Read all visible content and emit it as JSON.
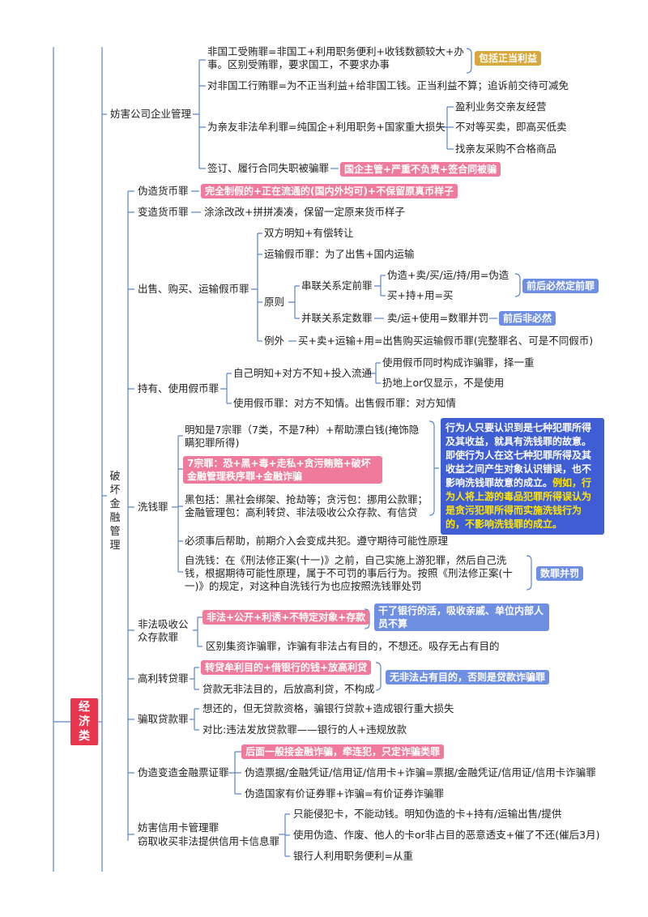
{
  "root": "经济类",
  "sec1": {
    "title": "妨害公司企业管理",
    "n1": "非国工受贿罪=非国工+利用职务便利+收钱数额较大+办事。区别受贿罪，要求国工，不要求办事",
    "n1_tag": "包括正当利益",
    "n2": "对非国工行贿罪=为不正当利益+给非国工钱。正当利益不算；追诉前交待可减免",
    "n3": "为亲友非法牟利罪=纯国企+利用职务+国家重大损失",
    "n3_c1": "盈利业务交亲友经营",
    "n3_c2": "不对等买卖，即高买低卖",
    "n3_c3": "找亲友采购不合格商品",
    "n4": "签订、履行合同失职被骗罪",
    "n4_tag": "国企主管+严重不负责+签合同被骗"
  },
  "sec2": {
    "title": "破坏金融管理",
    "forge": "伪造货币罪",
    "forge_tag": "完全制假的+正在流通的(国内外均可)+不保留原真币样子",
    "alter": "变造货币罪",
    "alter_desc": "涂涂改改+拼拼凑凑，保留一定原来货币样子",
    "sell": "出售、购买、运输假币罪",
    "sell_c1": "双方明知+有偿转让",
    "sell_c2": "运输假币罪：为了出售+国内运输",
    "sell_c3": "原则",
    "sell_c3_a": "串联关系定前罪",
    "sell_c3_a1": "伪造+卖/买/运/持/用=伪造",
    "sell_c3_a2": "买+持+用=买",
    "sell_c3_a_tag": "前后必然定前罪",
    "sell_c3_b": "并联关系定数罪",
    "sell_c3_b1": "卖/运+使用=数罪并罚",
    "sell_c3_b_tag": "前后非必然",
    "sell_c4": "例外",
    "sell_c4_desc": "买+卖+运输+用=出售购买运输假币罪(完整罪名、可是不同假币)",
    "hold": "持有、使用假币罪",
    "hold_c1": "自己明知+对方不知+投入流通",
    "hold_c1_a": "使用假币同时构成诈骗罪，择一重",
    "hold_c1_b": "扔地上or仅显示，不是使用",
    "hold_c2": "使用假币罪：对方不知情。出售假币罪：对方知情",
    "launder": "洗钱罪",
    "launder_c1": "明知是7宗罪（7类，不是7种）+帮助漂白钱(掩饰隐瞒犯罪所得)",
    "launder_c2": "7宗罪：恐+黑+毒+走私+贪污贿赂+破坏金融管理秩序罪+金融诈骗",
    "launder_c3": "黑包括：黑社会绑架、抢劫等；贪污包：挪用公款罪；金融管理包：高利转贷、非法吸收公众存款、有信贷",
    "launder_note_a": "行为人只要认识到是七种犯罪所得及其收益，就具有洗钱罪的故意。即使行为人在这七种犯罪所得及其收益之间产生对象认识错误，也不影响洗钱罪故意的成立。",
    "launder_note_b": "例如，行为人将上游的毒品犯罪所得误认为是贪污犯罪所得而实施洗钱行为的，不影响洗钱罪的成立。",
    "launder_c4": "必须事后帮助，前期介入会变成共犯。遵守期待可能性原理",
    "launder_c5": "自洗钱：在《刑法修正案(十一)》之前，自己实施上游犯罪，然后自己洗钱，根据期待可能性原理，属于不可罚的事后行为。按照《刑法修正案(十一)》的规定，对这种自洗钱行为也应按照洗钱罪处罚",
    "launder_c5_tag": "数罪并罚",
    "deposit": "非法吸收公众存款罪",
    "deposit_tag": "非法+公开+利诱+不特定对象+存款",
    "deposit_note": "干了银行的活，吸收亲戚、单位内部人员不算",
    "deposit_c2": "区别集资诈骗罪，诈骗有非法占有目的，不想还。吸存无占有目的",
    "loan": "高利转贷罪",
    "loan_tag": "转贷牟利目的+借银行的钱+放高利贷",
    "loan_c2": "贷款无非法目的，后放高利贷，不构成",
    "loan_note": "无非法占有目的，否则是贷款诈骗罪",
    "fraud_loan": "骗取贷款罪",
    "fraud_loan_c1": "想还的，但无贷款资格，骗银行贷款+造成银行重大损失",
    "fraud_loan_c2": "对比:违法发放贷款罪——银行的人+违规放款",
    "bill": "伪造变造金融票证罪",
    "bill_tag": "后面一般接金融诈骗，牵连犯，只定诈骗类罪",
    "bill_c2": "伪造票据/金融凭证/信用证/信用卡+诈骗=票据/金融凭证/信用证/信用卡诈骗罪",
    "bill_c3": "伪造国家有价证券罪+诈骗=有价证券诈骗罪",
    "card": "妨害信用卡管理罪",
    "card2": "窃取收买非法提供信用卡信息罪",
    "card_c1": "只能侵犯卡，不能动钱。明知伪造的卡+持有/运输出售/提供",
    "card_c2": "使用伪造、作废、他人的卡or非占目的恶意透支+催了不还(催后3月)",
    "card_c3": "银行人利用职务便利=从重"
  }
}
